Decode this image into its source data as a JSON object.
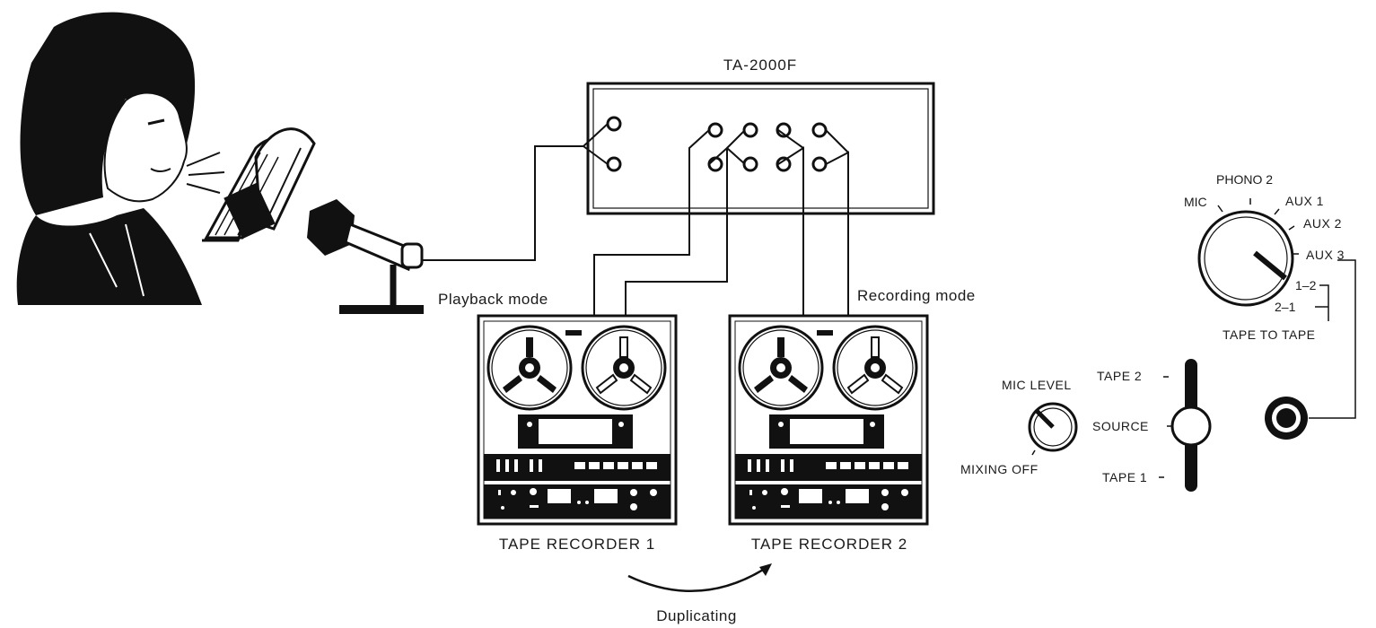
{
  "amplifier": {
    "label": "TA-2000F"
  },
  "recorder1": {
    "label": "TAPE RECORDER 1",
    "mode": "Playback mode"
  },
  "recorder2": {
    "label": "TAPE RECORDER 2",
    "mode": "Recording mode"
  },
  "transfer_label": "Duplicating",
  "selector": {
    "positions": [
      "MIC",
      "PHONO 2",
      "AUX 1",
      "AUX 2",
      "AUX 3",
      "1–2",
      "2–1"
    ],
    "group_label": "TAPE TO TAPE"
  },
  "mic_level": {
    "label": "MIC LEVEL",
    "off_label": "MIXING OFF"
  },
  "tape_switch": {
    "positions": [
      "TAPE 2",
      "SOURCE",
      "TAPE 1"
    ]
  },
  "icons": [
    "woman-speaker-icon",
    "book-icon",
    "microphone-icon",
    "reel-icon",
    "jack-icon"
  ]
}
